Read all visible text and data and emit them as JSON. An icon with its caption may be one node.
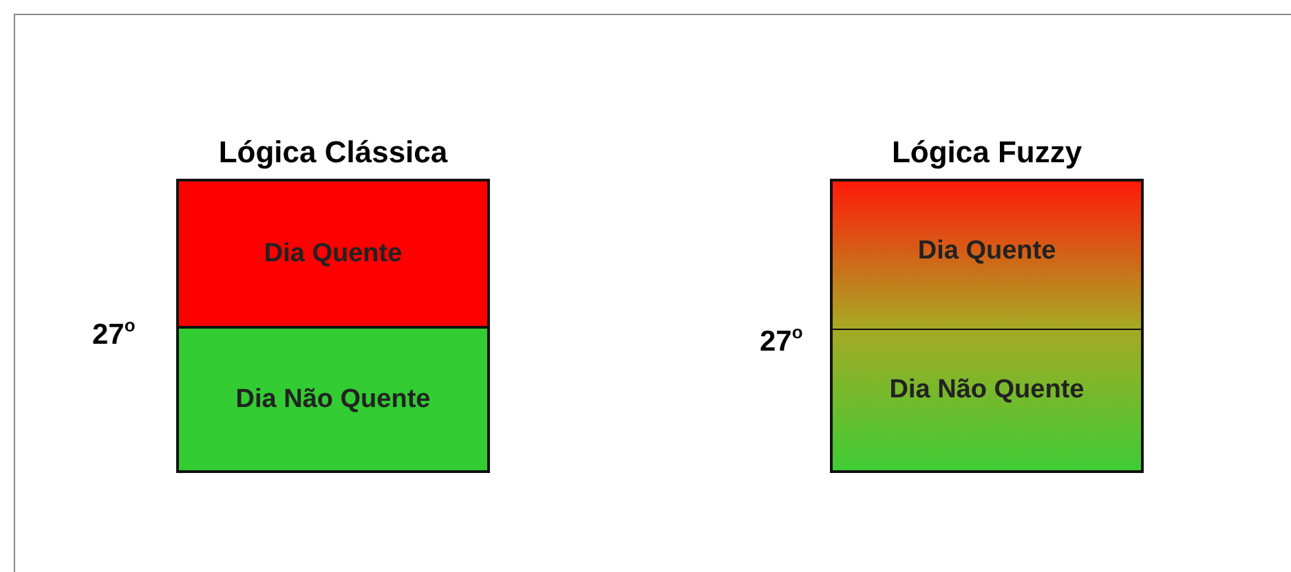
{
  "diagram": {
    "nodes": [
      {
        "text": [
          "Lógica Clássica"
        ]
      },
      {
        "text": [
          "Dia Quente"
        ],
        "in": 0
      },
      {
        "text": [
          "Dia Não Quente"
        ],
        "in": 0
      },
      {
        "text": [
          "Lógica Fuzzy"
        ]
      },
      {
        "text": [
          "Dia Quente"
        ],
        "in": 3
      },
      {
        "text": [
          "Dia Não Quente"
        ],
        "in": 3
      }
    ],
    "labels": [
      "27$^{o}$",
      "27$^{o}$"
    ]
  }
}
